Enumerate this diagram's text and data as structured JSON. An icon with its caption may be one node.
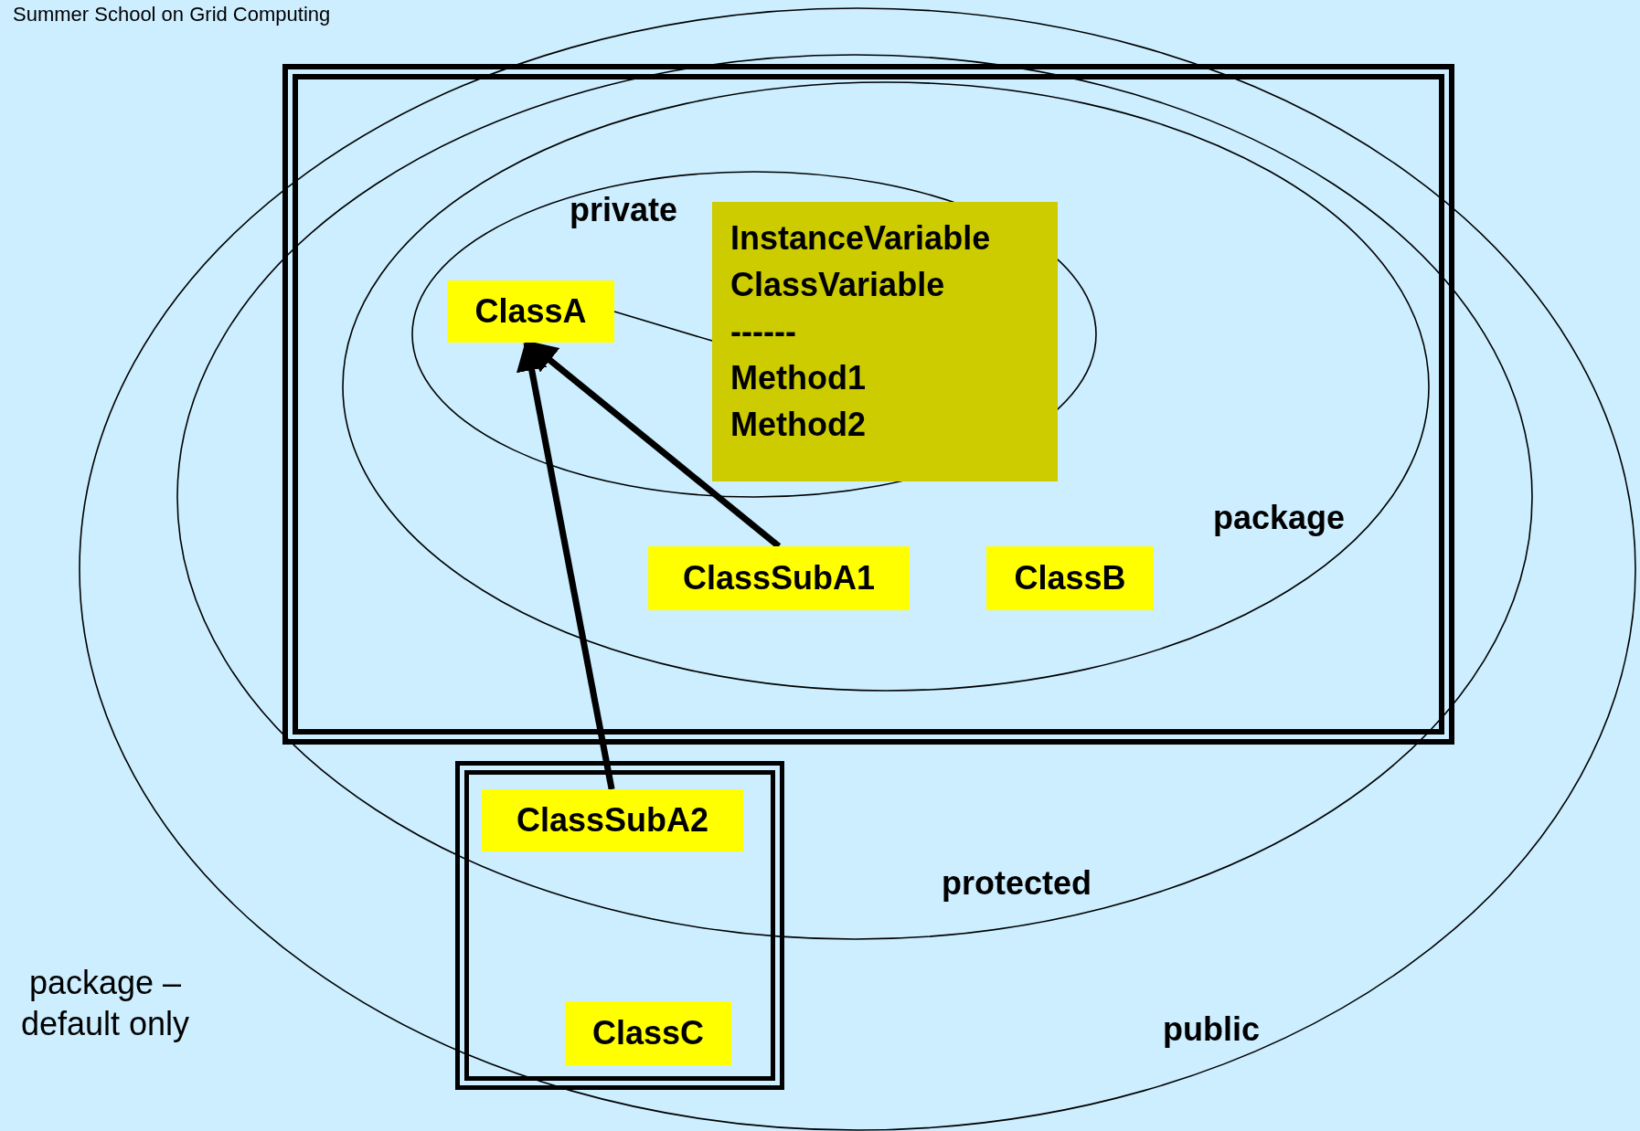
{
  "diagram": {
    "nodes": [
      {
        "text": [],
        "shape": "box"
      },
      {
        "text": [
          "ClassA"
        ],
        "in": 0
      },
      {
        "text": [
          "InstanceVariable",
          "ClassVariable",
          "------",
          "Method1",
          "Method2"
        ],
        "in": 0
      },
      {
        "text": [
          "ClassSubA1"
        ],
        "in": 0
      },
      {
        "text": [
          "ClassB"
        ],
        "in": 0
      },
      {
        "text": [],
        "shape": "box"
      },
      {
        "text": [
          "ClassSubA2"
        ],
        "in": 5
      },
      {
        "text": [
          "ClassC"
        ],
        "in": 5
      }
    ],
    "edges": [
      {
        "from": 2,
        "to": 1,
        "arrow": "none"
      },
      {
        "from": 3,
        "to": 1,
        "arrow": "to"
      },
      {
        "from": 6,
        "to": 1,
        "arrow": "to"
      }
    ],
    "labels": [
      "Summer School on Grid Computing",
      "private",
      "package",
      "protected",
      "package – default only",
      "public"
    ]
  }
}
